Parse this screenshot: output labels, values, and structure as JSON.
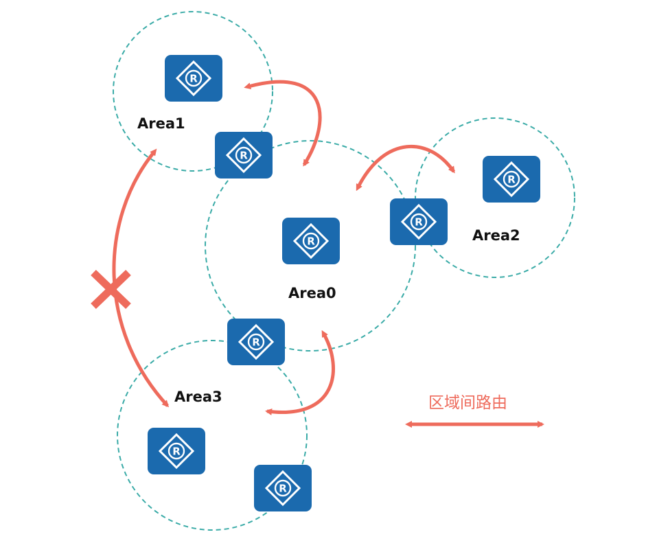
{
  "diagram": {
    "areas": [
      {
        "id": "area0",
        "label": "Area0"
      },
      {
        "id": "area1",
        "label": "Area1"
      },
      {
        "id": "area2",
        "label": "Area2"
      },
      {
        "id": "area3",
        "label": "Area3"
      }
    ],
    "router_icon_glyph": "R",
    "legend": {
      "label": "区域间路由"
    },
    "blocked_path_marker": "x-icon"
  },
  "colors": {
    "router_fill": "#1b6aae",
    "router_glyph": "#ffffff",
    "area_boundary": "#3aaba7",
    "inter_area_route": "#ee6b5c",
    "label_text": "#111111"
  }
}
